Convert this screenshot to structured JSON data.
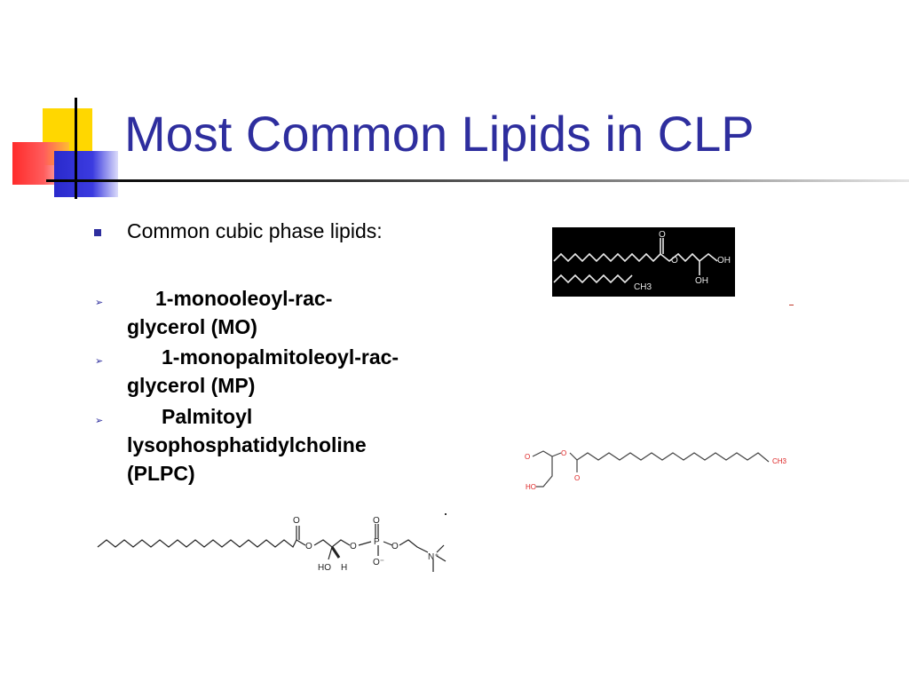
{
  "title": "Most Common Lipids in CLP",
  "intro": "Common cubic phase lipids:",
  "lipids": [
    {
      "line1": "1-monooleoyl-rac-",
      "line2": "glycerol (MO)"
    },
    {
      "line1": "1-monopalmitoleoyl-rac-",
      "line2": "glycerol (MP)"
    },
    {
      "line1": "Palmitoyl",
      "line2": "lysophosphatidylcholine",
      "line3": "(PLPC)"
    }
  ],
  "structures": {
    "mo": {
      "oh1": "OH",
      "oh2": "OH",
      "ch3": "CH3",
      "o_carbonyl": "O",
      "o_ester": "O"
    },
    "mp": {
      "ch3": "CH3",
      "o_carbonyl": "O",
      "o1": "O",
      "ho": "HO",
      "o_ester": "O"
    },
    "plpc": {
      "o1": "O",
      "o2": "O",
      "o3": "O",
      "o4": "O",
      "o5": "O",
      "p": "P",
      "ominus": "O⁻",
      "ho": "HO",
      "h": "H",
      "n": "N⁺"
    }
  }
}
